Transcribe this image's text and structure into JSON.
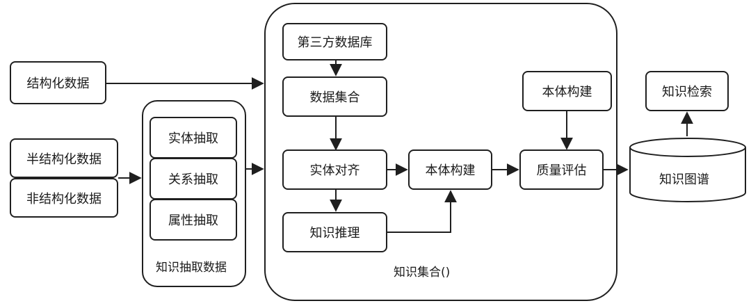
{
  "nodes": {
    "structured": "结构化数据",
    "semi_structured": "半结构化数据",
    "unstructured": "非结构化数据",
    "entity_extraction": "实体抽取",
    "relation_extraction": "关系抽取",
    "attribute_extraction": "属性抽取",
    "third_party_db": "第三方数据库",
    "data_integration": "数据集合",
    "entity_alignment": "实体对齐",
    "ontology_build_mid": "本体构建",
    "knowledge_reasoning": "知识推理",
    "ontology_build_top": "本体构建",
    "quality_eval": "质量评估",
    "knowledge_graph": "知识图谱",
    "knowledge_search": "知识检索"
  },
  "groups": {
    "extraction_label": "知识抽取数据",
    "fusion_label": "知识集合()"
  }
}
